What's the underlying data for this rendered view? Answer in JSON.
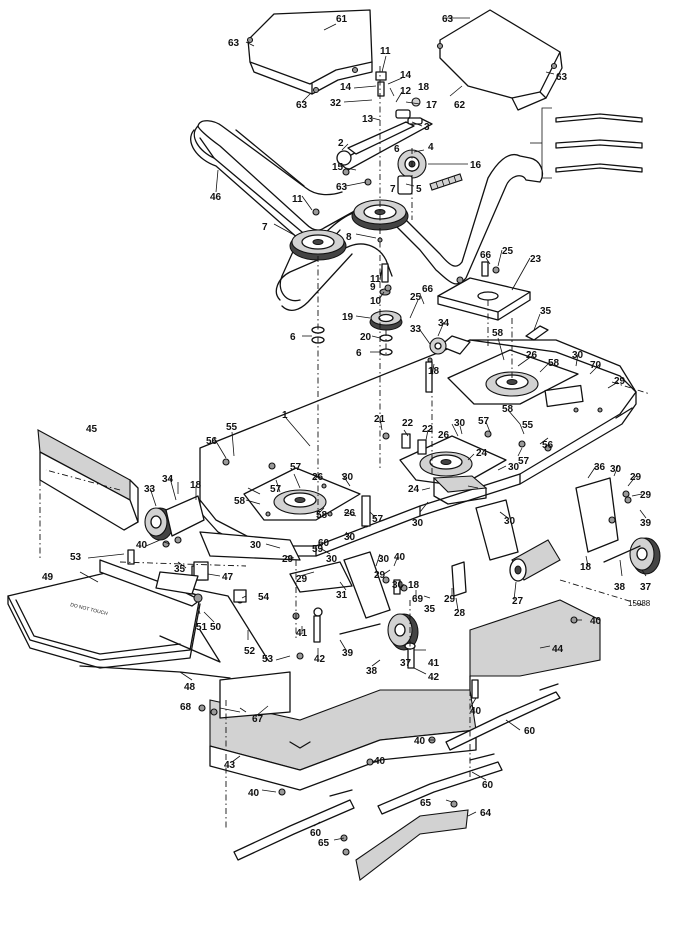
{
  "diagram_code": "15088",
  "warning_text": "DO NOT TOUCH",
  "callouts": [
    "1",
    "2",
    "3",
    "4",
    "5",
    "6",
    "7",
    "8",
    "9",
    "10",
    "11",
    "12",
    "13",
    "14",
    "15",
    "16",
    "17",
    "18",
    "19",
    "20",
    "21",
    "22",
    "23",
    "24",
    "25",
    "26",
    "27",
    "28",
    "29",
    "30",
    "31",
    "32",
    "33",
    "34",
    "35",
    "36",
    "37",
    "38",
    "39",
    "40",
    "41",
    "42",
    "43",
    "44",
    "45",
    "46",
    "47",
    "48",
    "49",
    "50",
    "51",
    "52",
    "53",
    "54",
    "55",
    "56",
    "57",
    "58",
    "59",
    "60",
    "61",
    "62",
    "63",
    "64",
    "65",
    "66",
    "67",
    "68",
    "69",
    "70"
  ]
}
